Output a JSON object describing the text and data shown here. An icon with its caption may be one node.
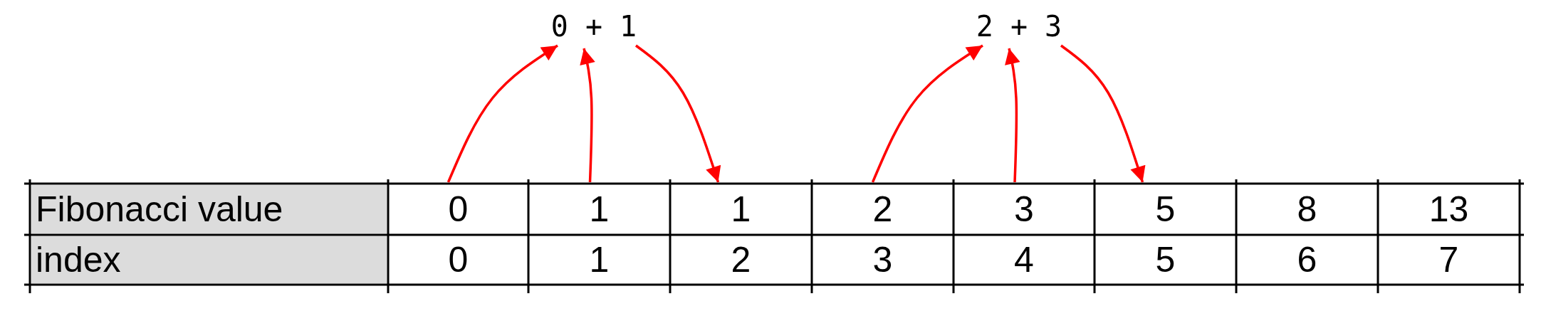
{
  "diagram": {
    "nodes": [
      {
        "text": [
          "0 + 1"
        ]
      },
      {
        "text": [
          "2 + 3"
        ]
      },
      {
        "text": [
          "Fibonacci value"
        ]
      },
      {
        "text": [
          "0"
        ]
      },
      {
        "text": [
          "1"
        ]
      },
      {
        "text": [
          "1"
        ]
      },
      {
        "text": [
          "2"
        ]
      },
      {
        "text": [
          "3"
        ]
      },
      {
        "text": [
          "5"
        ]
      },
      {
        "text": [
          "8"
        ]
      },
      {
        "text": [
          "13"
        ]
      },
      {
        "text": [
          "index"
        ]
      },
      {
        "text": [
          "0"
        ]
      },
      {
        "text": [
          "1"
        ]
      },
      {
        "text": [
          "2"
        ]
      },
      {
        "text": [
          "3"
        ]
      },
      {
        "text": [
          "4"
        ]
      },
      {
        "text": [
          "5"
        ]
      },
      {
        "text": [
          "6"
        ]
      },
      {
        "text": [
          "7"
        ]
      }
    ],
    "edges": [
      {
        "from": 3,
        "to": 0,
        "arrow": "to"
      },
      {
        "from": 4,
        "to": 0,
        "arrow": "to"
      },
      {
        "from": 0,
        "to": 5,
        "arrow": "to"
      },
      {
        "from": 6,
        "to": 1,
        "arrow": "to"
      },
      {
        "from": 7,
        "to": 1,
        "arrow": "to"
      },
      {
        "from": 1,
        "to": 8,
        "arrow": "to"
      }
    ]
  }
}
